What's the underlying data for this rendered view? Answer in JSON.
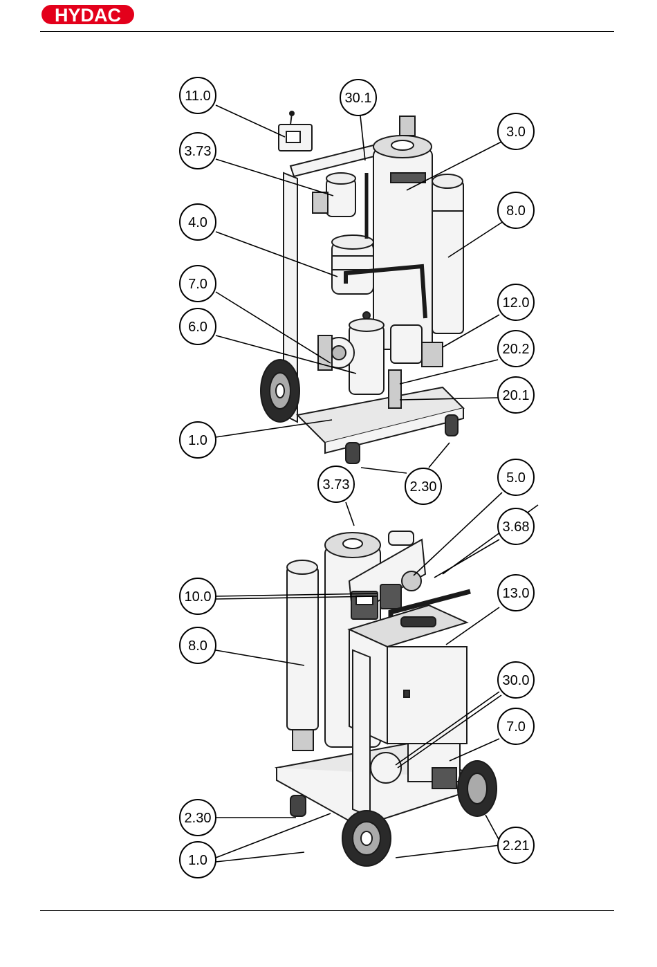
{
  "header": {
    "logo_text": "HYDAC",
    "logo_color": "#e3001b"
  },
  "colors": {
    "line": "#000000",
    "machine": "#1a1a1a",
    "machine_fill": "#f4f4f4",
    "wheel": "#2a2a2a"
  },
  "callouts_top": [
    "11.0",
    "30.1",
    "3.0",
    "3.73",
    "8.0",
    "4.0",
    "12.0",
    "7.0",
    "6.0",
    "20.2",
    "20.1",
    "1.0",
    "2.30"
  ],
  "callouts_bottom": [
    "3.73",
    "5.0",
    "3.68",
    "10.0",
    "13.0",
    "8.0",
    "30.0",
    "7.0",
    "2.30",
    "2.21",
    "1.0"
  ]
}
